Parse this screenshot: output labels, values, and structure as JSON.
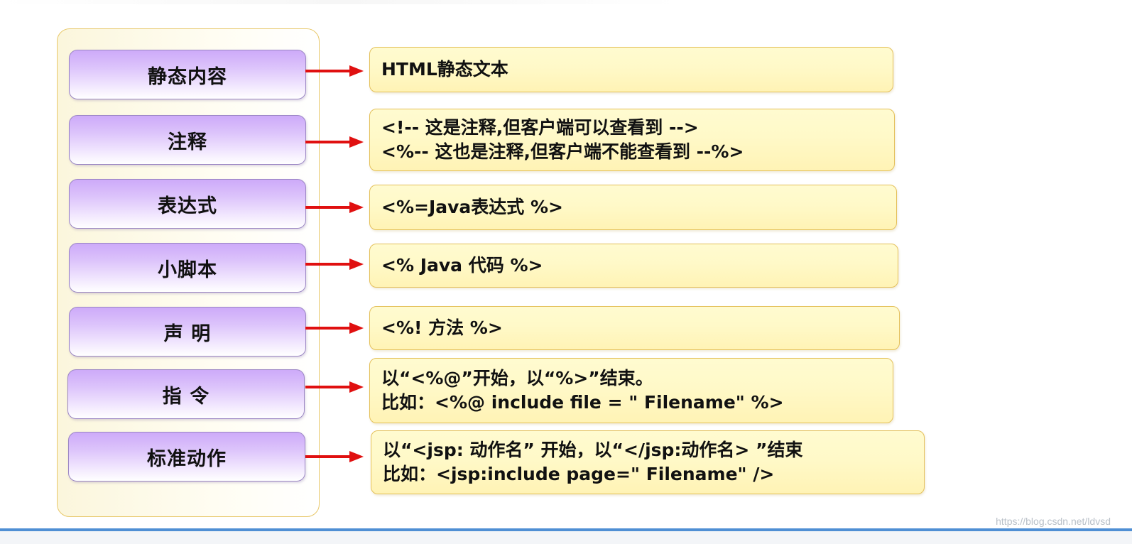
{
  "rows": [
    {
      "label": "静态内容",
      "lines": [
        "HTML静态文本"
      ]
    },
    {
      "label": "注释",
      "lines": [
        "<!-- 这是注释,但客户端可以查看到 -->",
        "<%-- 这也是注释,但客户端不能查看到 --%>"
      ]
    },
    {
      "label": "表达式",
      "lines": [
        "<%=Java表达式 %>"
      ]
    },
    {
      "label": "小脚本",
      "lines": [
        "<% Java 代码 %>"
      ]
    },
    {
      "label": "声 明",
      "lines": [
        "<%! 方法 %>"
      ]
    },
    {
      "label": "指 令",
      "lines": [
        "以“<%@”开始，以“%>”结束。",
        "比如：<%@ include file = \" Filename\" %>"
      ]
    },
    {
      "label": "标准动作",
      "lines": [
        "以“<jsp: 动作名” 开始，以“</jsp:动作名> ”结束",
        "比如：<jsp:include page=\" Filename\" />"
      ]
    }
  ],
  "watermark": "https://blog.csdn.net/ldvsd",
  "colors": {
    "arrow": "#e01010",
    "pill_top": "#cdaaf9",
    "box_fill": "#fff9c8",
    "box_border": "#e4c05a",
    "panel_border": "#e8c86a",
    "bottom_line": "#4f8fd4"
  }
}
